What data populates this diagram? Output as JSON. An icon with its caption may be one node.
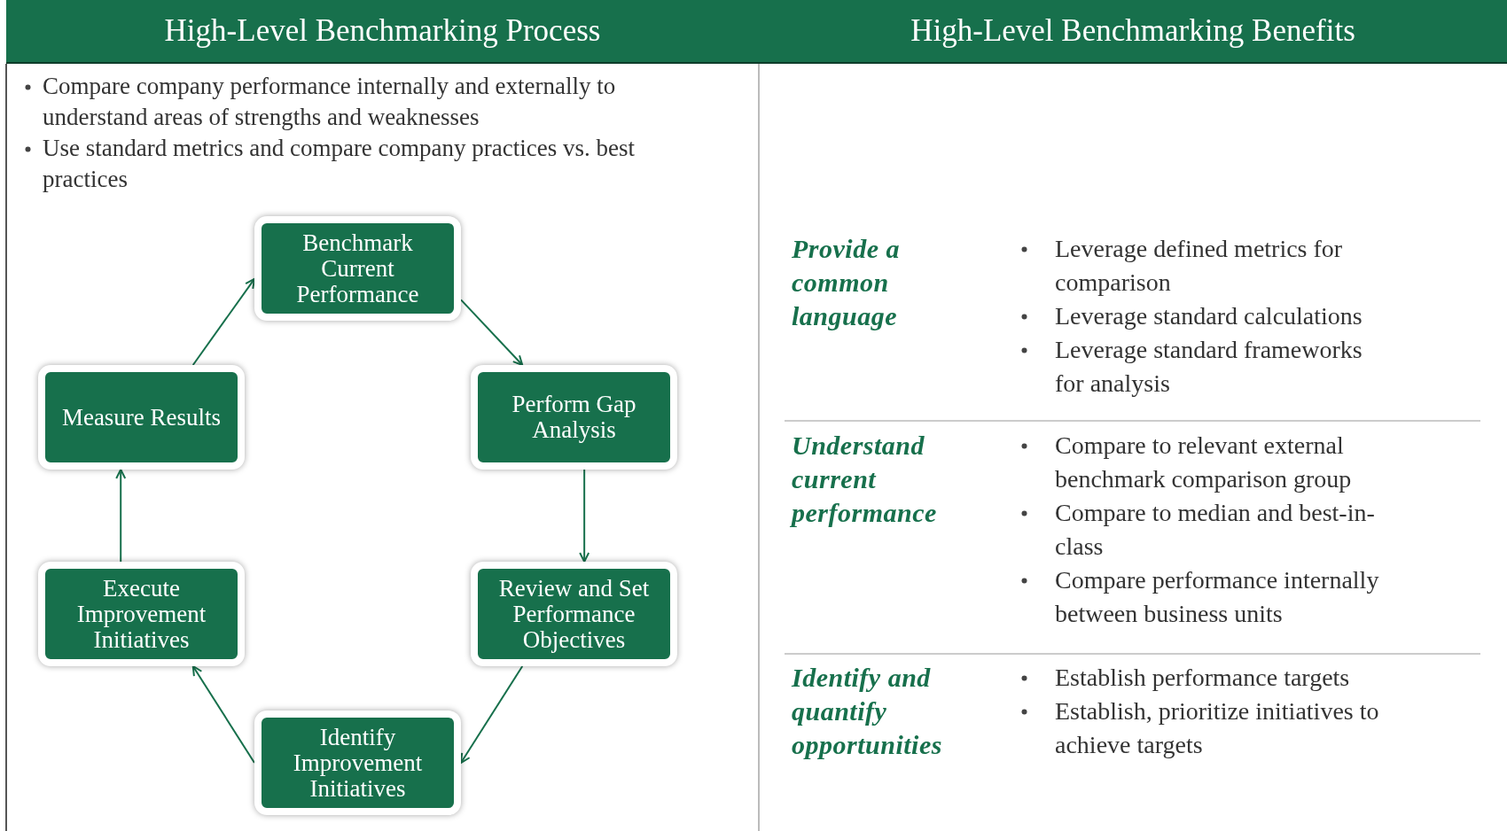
{
  "diagram": {
    "nodes": [
      {
        "text": [
          "High-Level Benchmarking Process"
        ]
      },
      {
        "text": [
          "High-Level Benchmarking Benefits"
        ]
      },
      {
        "text": [
          "Benchmark Current Performance"
        ]
      },
      {
        "text": [
          "Perform Gap Analysis"
        ]
      },
      {
        "text": [
          "Review and Set Performance Objectives"
        ]
      },
      {
        "text": [
          "Identify Improvement Initiatives"
        ]
      },
      {
        "text": [
          "Execute Improvement Initiatives"
        ]
      },
      {
        "text": [
          "Measure Results"
        ]
      }
    ],
    "edges": [
      {
        "from": 2,
        "to": 3,
        "arrow": "to"
      },
      {
        "from": 3,
        "to": 4,
        "arrow": "to"
      },
      {
        "from": 4,
        "to": 5,
        "arrow": "to"
      },
      {
        "from": 5,
        "to": 6,
        "arrow": "to"
      },
      {
        "from": 6,
        "to": 7,
        "arrow": "to"
      },
      {
        "from": 7,
        "to": 2,
        "arrow": "to"
      }
    ],
    "labels": [
      "Compare company performance internally and externally to understand areas of strengths and weaknesses",
      "Use standard metrics and compare company practices vs. best practices",
      "Provide a common language",
      "Leverage defined metrics for comparison",
      "Leverage standard calculations",
      "Leverage standard frameworks for analysis",
      "Understand current performance",
      "Compare to relevant external benchmark comparison group",
      "Compare to median and best-in-class",
      "Compare performance internally between business units",
      "Identify and quantify opportunities",
      "Establish performance targets",
      "Establish, prioritize initiatives to achieve targets"
    ]
  }
}
